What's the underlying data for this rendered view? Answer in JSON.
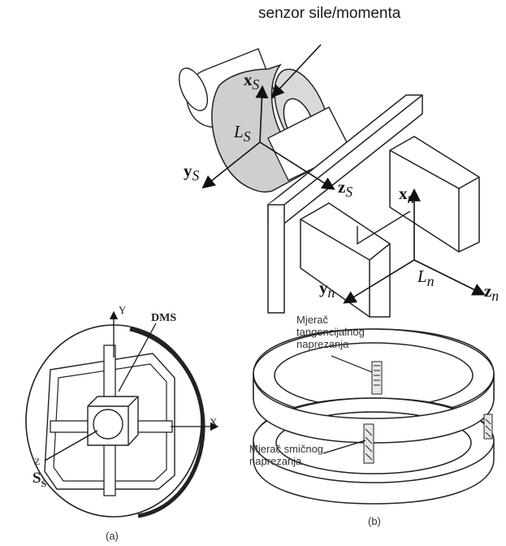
{
  "title": "senzor sile/momenta",
  "top_diagram": {
    "labels": {
      "xs": "x",
      "xs_sub": "S",
      "ys": "y",
      "ys_sub": "S",
      "zs": "z",
      "zs_sub": "S",
      "ls": "L",
      "ls_sub": "S",
      "xn": "x",
      "xn_sub": "n",
      "yn": "y",
      "yn_sub": "n",
      "zn": "z",
      "zn_sub": "n",
      "ln": "L",
      "ln_sub": "n"
    }
  },
  "diagram_a": {
    "caption": "(a)",
    "y_label": "Y",
    "x_label": "X",
    "z_label": "Z",
    "dms_label": "DMS",
    "ss_label": "S",
    "ss_sub": "S"
  },
  "diagram_b": {
    "caption": "(b)",
    "gauge_tangential_1": "Mjerač",
    "gauge_tangential_2": "tangencijalnog",
    "gauge_tangential_3": "naprezanja",
    "gauge_shear_1": "Mjerač smičnog",
    "gauge_shear_2": "naprezanja"
  },
  "colors": {
    "line": "#1a1a1a",
    "sensor_fill": "#cfcfcf",
    "white": "#ffffff"
  }
}
